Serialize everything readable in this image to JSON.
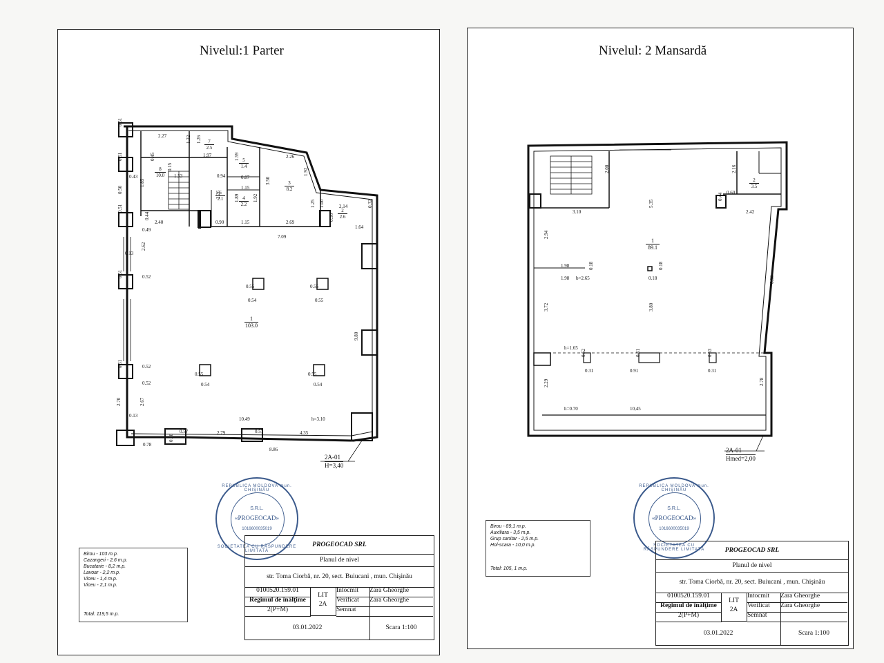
{
  "sheet1": {
    "title": "Nivelul:1 Parter",
    "legend": [
      "Birou - 103 m.p.",
      "Cazangeri - 2,6 m.p.",
      "Bucatarie - 8,2 m.p.",
      "Lavoar - 2,2 m.p.",
      "Viceu - 1,4 m.p.",
      "Viceu - 2,1 m.p."
    ],
    "total": "Total:   119,5 m.p.",
    "level_tag": "2A-01",
    "level_height": "H=3,40",
    "rooms": [
      {
        "num": "1",
        "area": "103.0"
      },
      {
        "num": "2",
        "area": "2.6"
      },
      {
        "num": "3",
        "area": "8.2"
      },
      {
        "num": "4",
        "area": "2.2"
      },
      {
        "num": "5",
        "area": "1.4"
      },
      {
        "num": "6",
        "area": "2.1"
      },
      {
        "num": "7",
        "area": "2.5"
      },
      {
        "num": "8",
        "area": "10.0"
      }
    ],
    "dims": [
      "2.27",
      "1.32",
      "1.26",
      "1.97",
      "2.26",
      "1.92",
      "1.53",
      "0.94",
      "1.59",
      "0.87",
      "1.15",
      "3.50",
      "1.89",
      "1.92",
      "2.26",
      "1.15",
      "2.40",
      "0.90",
      "2.69",
      "7.09",
      "2.14",
      "1.64",
      "1.25",
      "1.00",
      "0.30",
      "0.32",
      "2.62",
      "9.80",
      "10.49",
      "h=3.10",
      "2.70",
      "2.67",
      "2.79",
      "4.35",
      "8.86",
      "0.57",
      "0.57",
      "0.55",
      "0.54",
      "0.55",
      "0.55",
      "0.55",
      "0.54",
      "0.55",
      "0.54",
      "0.51",
      "0.51",
      "0.51",
      "0.51",
      "0.51",
      "0.52",
      "0.52",
      "0.52",
      "0.78",
      "0.78",
      "1.85",
      "0.45",
      "0.15",
      "0.44",
      "0.49",
      "0.43",
      "0.50",
      "0.13",
      "0.13"
    ]
  },
  "sheet2": {
    "title": "Nivelul: 2 Mansardă",
    "legend": [
      "Birou - 89,1 m.p.",
      "Auxiliara - 3,5 m.p.",
      "Grup sanitar - 2,5 m.p.",
      "Hol-scara - 10,0 m.p."
    ],
    "total": "Total: 105, 1 m.p.",
    "level_tag": "2A-01",
    "level_height": "Hmed=2,00",
    "rooms": [
      {
        "num": "1",
        "area": "89.1"
      },
      {
        "num": "2",
        "area": "3.5"
      }
    ],
    "dims": [
      "2.00",
      "3.10",
      "5.35",
      "2.16",
      "0.60",
      "0.44",
      "2.42",
      "2.94",
      "1.98",
      "1.98",
      "b=2.65",
      "0.18",
      "0.18",
      "0.18",
      "6.93",
      "3.72",
      "3.80",
      "h=1.65",
      "0.52",
      "0.31",
      "0.51",
      "0.91",
      "0.53",
      "0.31",
      "2.29",
      "2.78",
      "h=0.70",
      "10,45"
    ]
  },
  "titleblock": {
    "company": "PROGEOCAD SRL",
    "doc": "Planul de nivel",
    "address": "str. Toma Ciorbă, nr. 20,  sect. Buiucani ,  mun. Chişinău",
    "cadastral": "0100520.159.01",
    "regime_label": "Regimul de înălţime",
    "regime_value": "2(P+M)",
    "lit_label": "LIT",
    "lit_value": "2A",
    "intocmit": "Întocmit",
    "verificat": "Verificat",
    "semnat": "Semnat",
    "author": "Zara Gheorghe",
    "date": "03.01.2022",
    "scale": "Scara 1:100"
  },
  "stamp": {
    "srl": "S.R.L.",
    "name": "«PROGEOCAD»",
    "ring": "REPUBLICA MOLDOVA  mun. CHIŞINĂU",
    "ring2": "SOCIETATEA CU RĂSPUNDERE LIMITATĂ",
    "code": "1016600035019"
  }
}
